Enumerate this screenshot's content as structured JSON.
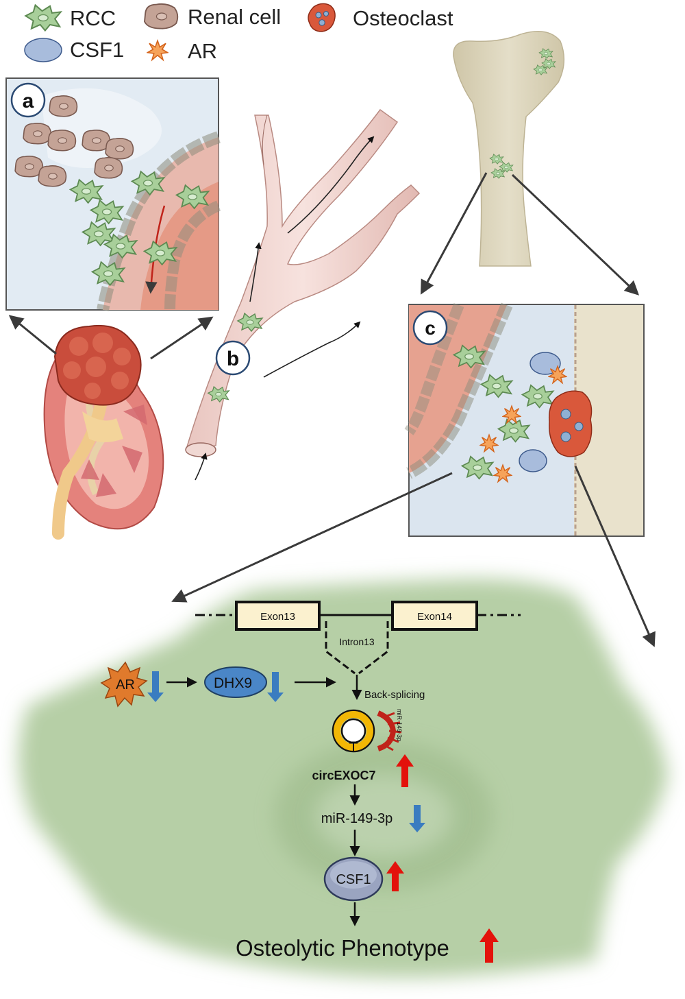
{
  "legend": {
    "rcc": "RCC",
    "renal_cell": "Renal cell",
    "osteoclast": "Osteoclast",
    "csf1": "CSF1",
    "ar": "AR"
  },
  "panels": {
    "a": "a",
    "b": "b",
    "c": "c"
  },
  "pathway": {
    "exon13": "Exon13",
    "exon14": "Exon14",
    "intron13": "Intron13",
    "ar": "AR",
    "dhx9": "DHX9",
    "back_splicing": "Back-splicing",
    "mirna_small": "miR-149-3p",
    "circ": "circEXOC7",
    "mirna": "miR-149-3p",
    "csf1": "CSF1",
    "outcome": "Osteolytic Phenotype"
  },
  "colors": {
    "up_arrow": "#e3120b",
    "down_arrow": "#3a7cc0",
    "rcc_cell": "#9bc48e",
    "renal_cell": "#b8968a",
    "vessel": "#e8a393",
    "bone": "#d8d1b8",
    "circ_ring": "#f2b705",
    "dhx9": "#4a86c7"
  },
  "icons": {
    "legend_rcc": "rcc-cell-icon",
    "legend_renal": "renal-cell-icon",
    "legend_osteoclast": "osteoclast-icon",
    "legend_csf1": "csf1-icon",
    "legend_ar": "ar-burst-icon"
  }
}
